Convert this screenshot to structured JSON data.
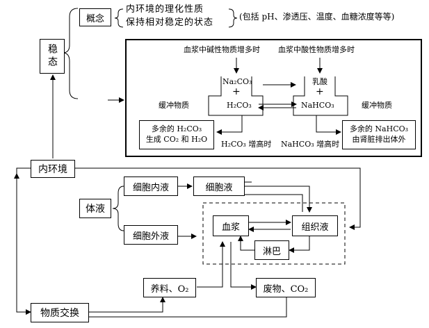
{
  "steady": {
    "label": "稳态",
    "concept_label": "概念",
    "def_line1": "内环境的理化性质",
    "def_line2": "保持相对稳定的状态",
    "def_note": "(包括 pH、渗透压、温度、血糖浓度等等)"
  },
  "buffer": {
    "alkali_increase": "血浆中碱性物质增多时",
    "acid_increase": "血浆中酸性物质增多时",
    "na2co3": "Na₂CO₃",
    "lactic_acid": "乳酸",
    "plus": "+",
    "h2co3": "H₂CO₃",
    "nahco3": "NaHCO₃",
    "buffer_left": "缓冲物质",
    "buffer_right": "缓冲物质",
    "excess_h2co3_line1": "多余的 H₂CO₃",
    "excess_h2co3_line2": "生成 CO₂ 和 H₂O",
    "h2co3_high": "H₂CO₃ 增高时",
    "nahco3_high": "NaHCO₃ 增高时",
    "excess_nahco3_line1": "多余的 NaHCO₃",
    "excess_nahco3_line2": "由肾脏排出体外"
  },
  "internal": {
    "internal_env": "内环境",
    "body_fluid": "体液",
    "intracellular": "细胞内液",
    "extracellular": "细胞外液",
    "cell_fluid": "细胞液",
    "plasma": "血浆",
    "tissue_fluid": "组织液",
    "lymph": "淋巴"
  },
  "exchange": {
    "label": "物质交换",
    "nutrients": "养料、O₂",
    "waste": "废物、CO₂"
  }
}
